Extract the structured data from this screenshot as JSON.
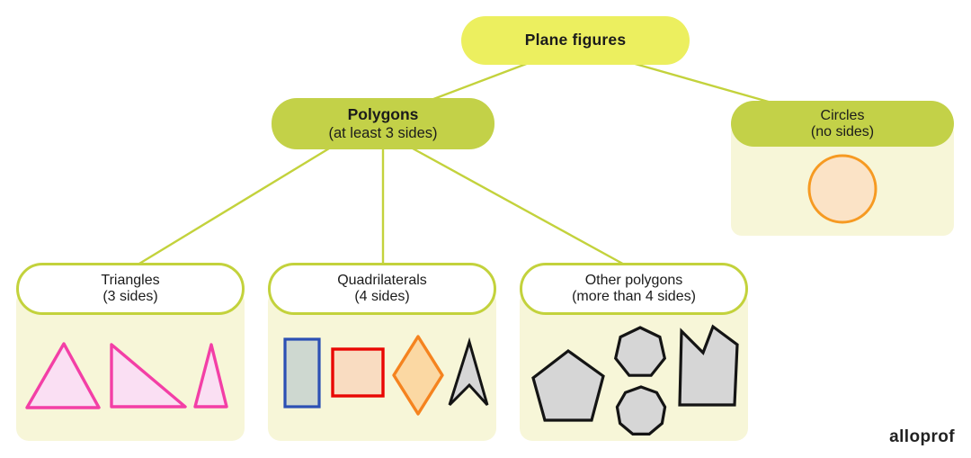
{
  "root": {
    "title": "Plane figures"
  },
  "nodes": {
    "polygons": {
      "title": "Polygons",
      "subtitle": "(at least 3 sides)"
    },
    "circles": {
      "title": "Circles",
      "subtitle": "(no sides)",
      "shapes": [
        "circle"
      ]
    },
    "triangles": {
      "title": "Triangles",
      "subtitle": "(3 sides)",
      "shapes": [
        "acute-triangle",
        "right-triangle",
        "narrow-triangle"
      ]
    },
    "quadrilaterals": {
      "title": "Quadrilaterals",
      "subtitle": "(4 sides)",
      "shapes": [
        "rectangle",
        "square",
        "rhombus",
        "dart"
      ]
    },
    "other_polygons": {
      "title": "Other polygons",
      "subtitle": "(more than 4 sides)",
      "shapes": [
        "pentagon",
        "heptagon",
        "notched-polygon",
        "nonagon"
      ]
    }
  },
  "logo": {
    "text": "alloprof"
  },
  "colors": {
    "root_pill": "#ecef5f",
    "level2_pill": "#c3d148",
    "connector_line": "#c3d23c",
    "group_body": "#f7f6d8",
    "triangle_stroke": "#f33fa6",
    "triangle_fill": "#fadff3",
    "rectangle_stroke": "#2c50b4",
    "rectangle_fill": "#ced8d0",
    "square_stroke": "#e90603",
    "square_fill": "#f9dcc1",
    "rhombus_stroke": "#f5831f",
    "rhombus_fill": "#fbd8a3",
    "gray_shape_stroke": "#141414",
    "gray_shape_fill": "#d6d6d6",
    "circle_stroke": "#f69a22",
    "circle_fill": "#fbe3c6",
    "text": "#1b1b1b"
  }
}
